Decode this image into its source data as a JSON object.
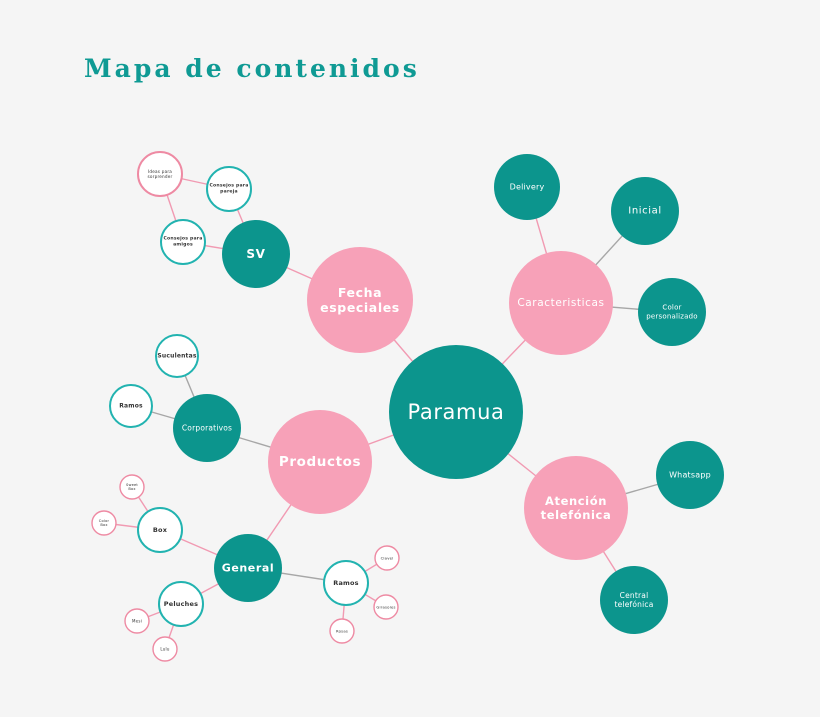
{
  "title": "Mapa de contenidos",
  "colors": {
    "teal": "#0c958d",
    "pink": "#f7a1b8",
    "white": "#ffffff",
    "teal_outline": "#22b3b0",
    "pink_outline": "#ee8aa3",
    "edge_teal_pink": "#f19ab2",
    "edge_gray": "#a7a7a7"
  },
  "nodes": {
    "paramua": {
      "label": "Paramua"
    },
    "fecha": {
      "label": [
        "Fecha",
        "especiales"
      ]
    },
    "caracteristicas": {
      "label": "Caracteristicas"
    },
    "atencion": {
      "label": [
        "Atención",
        "telefónica"
      ]
    },
    "productos": {
      "label": "Productos"
    },
    "sv": {
      "label": "SV"
    },
    "ideas": {
      "label": [
        "Ideas para",
        "sorprender"
      ]
    },
    "consejos_pareja": {
      "label": [
        "Consejos para",
        "pareja"
      ]
    },
    "consejos_amigos": {
      "label": [
        "Consejos para",
        "amigos"
      ]
    },
    "delivery": {
      "label": "Delivery"
    },
    "inicial": {
      "label": "Inicial"
    },
    "color_personalizado": {
      "label": [
        "Color",
        "personalizado"
      ]
    },
    "whatsapp": {
      "label": "Whatsapp"
    },
    "central": {
      "label": [
        "Central",
        "telefónica"
      ]
    },
    "corporativos": {
      "label": "Corporativos"
    },
    "suculentas": {
      "label": "Suculentas"
    },
    "ramos_corp": {
      "label": "Ramos"
    },
    "general": {
      "label": "General"
    },
    "box": {
      "label": "Box"
    },
    "sweet_box": {
      "label": [
        "Sweet",
        "Box"
      ]
    },
    "color_box": {
      "label": [
        "Color",
        "Box"
      ]
    },
    "peluches": {
      "label": "Peluches"
    },
    "mesi": {
      "label": "Mesi"
    },
    "lulu": {
      "label": "Lulu"
    },
    "ramos_gen": {
      "label": "Ramos"
    },
    "clavel": {
      "label": "Clavel"
    },
    "girasoles": {
      "label": "Girasoles"
    },
    "rosas": {
      "label": "Rosas"
    }
  }
}
